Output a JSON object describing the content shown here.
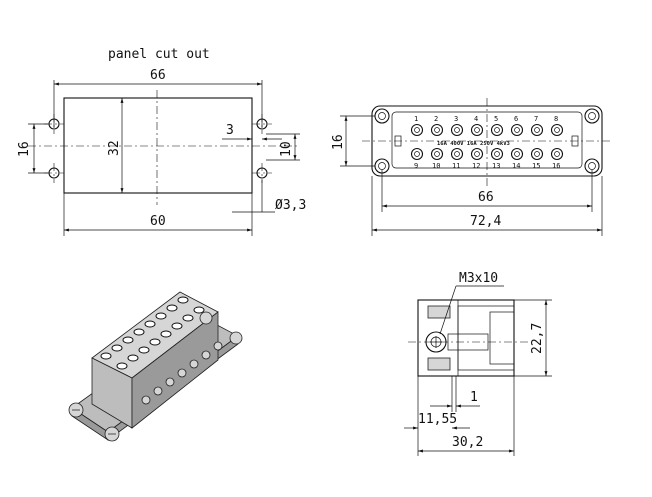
{
  "panel": {
    "title": "panel cut out",
    "dim_width_top": "66",
    "dim_width_bottom": "60",
    "dim_height_left": "16",
    "dim_height_inner": "32",
    "dim_offset": "3",
    "dim_hole_spacing": "10",
    "dim_hole_diameter": "Ø3,3"
  },
  "front": {
    "dim_height": "16",
    "dim_width_inner": "66",
    "dim_width_outer": "72,4",
    "top_numbers": [
      "1",
      "2",
      "3",
      "4",
      "5",
      "6",
      "7",
      "8"
    ],
    "bottom_numbers": [
      "9",
      "10",
      "11",
      "12",
      "13",
      "14",
      "15",
      "16"
    ],
    "rating_text": "16A 400V 16A 250V 4kV3"
  },
  "side": {
    "screw_label": "M3x10",
    "dim_height": "22,7",
    "dim_small": "1",
    "dim_offset": "11,55",
    "dim_width": "30,2"
  }
}
